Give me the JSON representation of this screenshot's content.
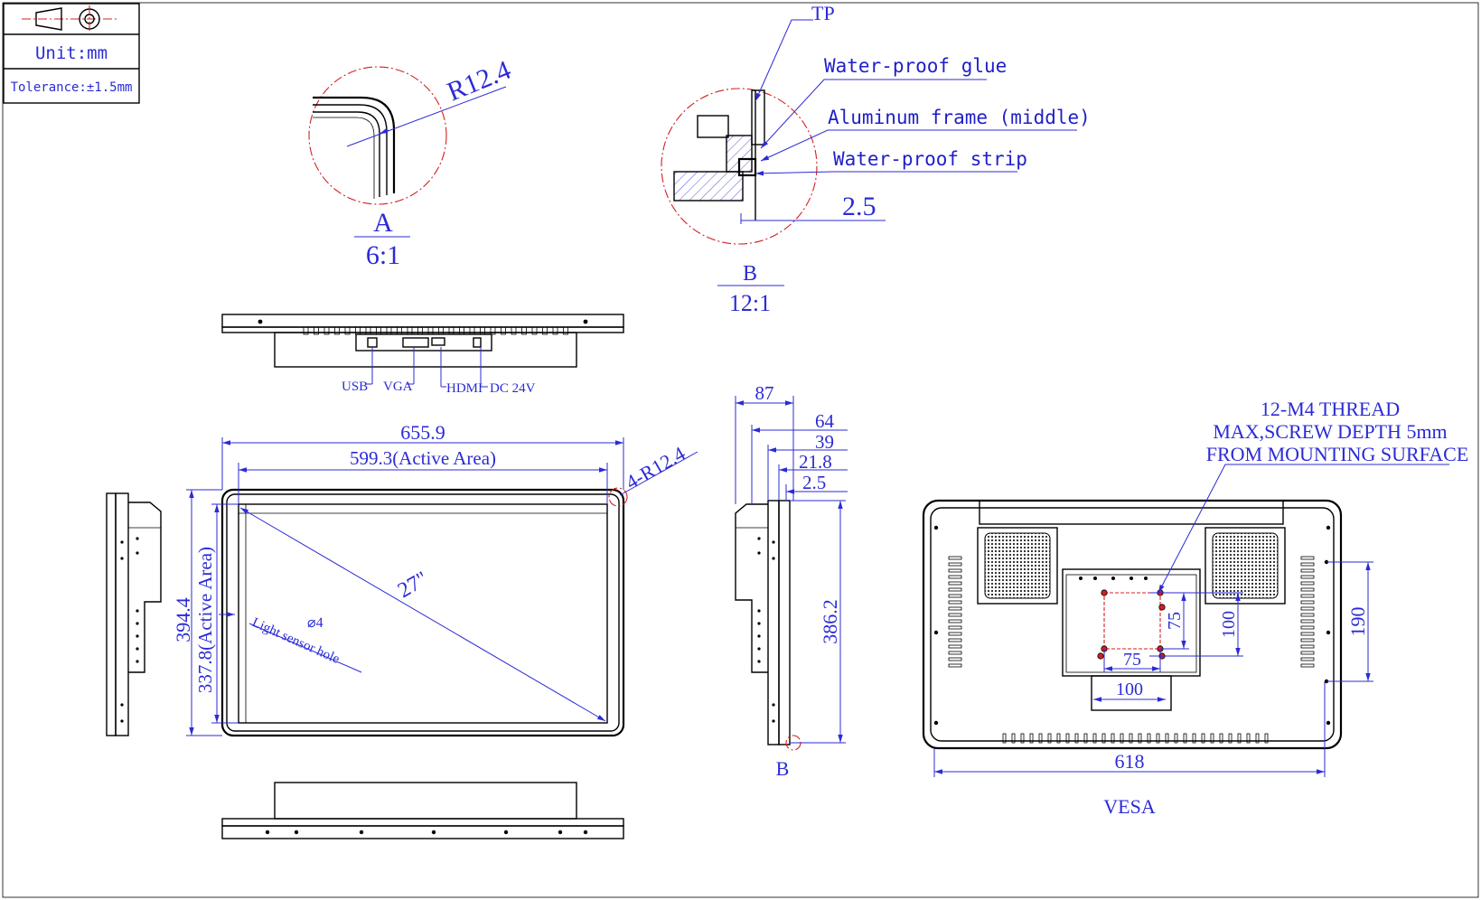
{
  "title_block": {
    "unit": "Unit:mm",
    "tolerance": "Tolerance:±1.5mm"
  },
  "detail_a": {
    "radius": "R12.4",
    "letter": "A",
    "scale": "6:1"
  },
  "detail_b": {
    "labels": {
      "tp": "TP",
      "glue": "Water-proof glue",
      "frame": "Aluminum frame (middle)",
      "strip": "Water-proof strip"
    },
    "gap": "2.5",
    "letter": "B",
    "scale": "12:1"
  },
  "top_view": {
    "ports": [
      "USB",
      "VGA",
      "HDMI",
      "DC 24V"
    ]
  },
  "front_view": {
    "width": "655.9",
    "active_width": "599.3(Active Area)",
    "height": "394.4",
    "active_height": "337.8(Active Area)",
    "corner_radius": "4-R12.4",
    "diagonal": "27\"",
    "sensor_dia": "⌀4",
    "sensor_label": "Light sensor hole"
  },
  "side_view": {
    "depths": [
      "87",
      "64",
      "39",
      "21.8",
      "2.5"
    ],
    "height": "386.2",
    "detail_ref": "B"
  },
  "rear_view": {
    "note": [
      "12-M4 THREAD",
      "MAX,SCREW DEPTH 5mm",
      "FROM MOUNTING SURFACE"
    ],
    "vesa_75_h": "75",
    "vesa_75_v": "75",
    "vesa_100_h": "100",
    "vesa_100_v": "100",
    "mount_h": "190",
    "mount_w": "618",
    "caption": "VESA"
  }
}
